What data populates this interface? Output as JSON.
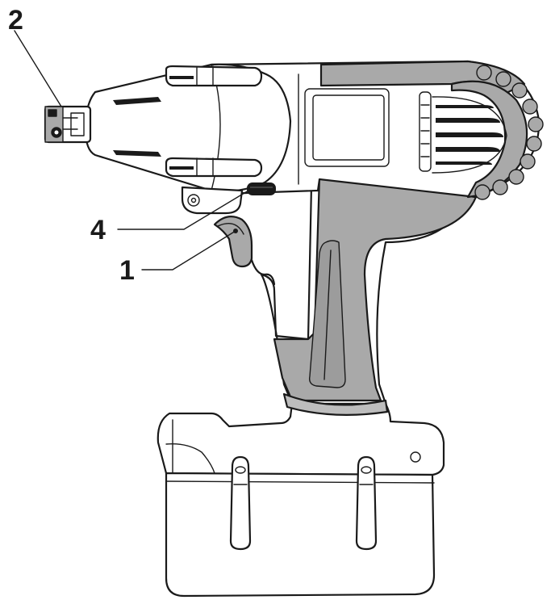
{
  "callouts": [
    {
      "label": "2",
      "part": "square-drive-anvil"
    },
    {
      "label": "4",
      "part": "forward-reverse-switch"
    },
    {
      "label": "1",
      "part": "trigger-switch"
    }
  ],
  "colors": {
    "outline": "#1a1a1a",
    "body": "#ffffff",
    "grip": "#a9a9a9",
    "grip_dark": "#8f8f8f",
    "background": "#ffffff"
  },
  "icons": [
    "impact-wrench-illustration"
  ]
}
